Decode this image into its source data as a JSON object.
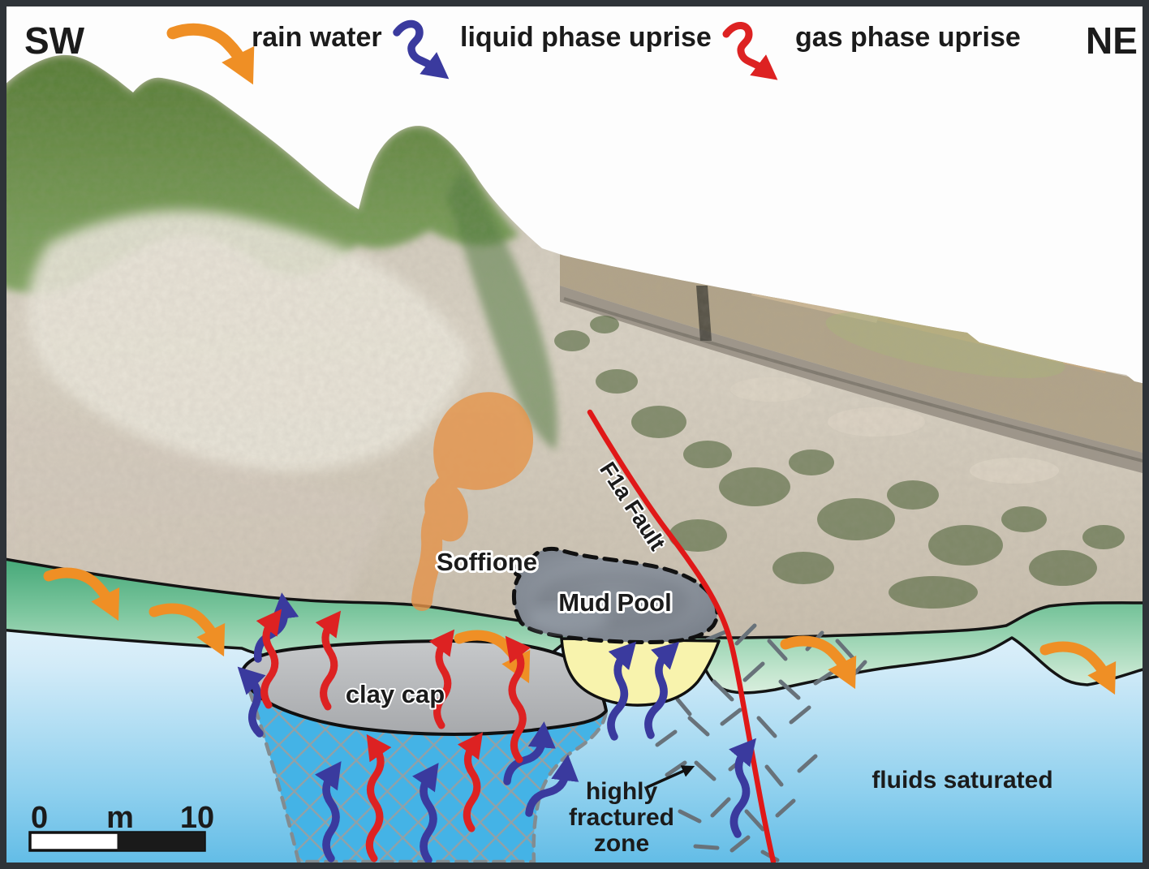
{
  "figure": {
    "type": "geological-cross-section",
    "left_label": "SW",
    "right_label": "NE",
    "legend": {
      "items": [
        {
          "name": "rain-water",
          "label": "rain water",
          "color": "#ef8f25",
          "symbol": "curved-arrow"
        },
        {
          "name": "liquid-phase-uprise",
          "label": "liquid phase uprise",
          "color": "#3a3a9e",
          "symbol": "wavy-arrow"
        },
        {
          "name": "gas-phase-uprise",
          "label": "gas phase uprise",
          "color": "#dd2222",
          "symbol": "wavy-arrow"
        }
      ]
    },
    "annotations": {
      "soffione": "Soffione",
      "mud_pool": "Mud Pool",
      "fault": "F1a Fault",
      "clay_cap": "clay cap",
      "fractured_zone": [
        "highly",
        "fractured",
        "zone"
      ],
      "fluids_saturated": "fluids saturated"
    },
    "scale_bar": {
      "start": "0",
      "unit": "m",
      "end": "10"
    },
    "colors": {
      "rain_water_arrow": "#ef8f25",
      "liquid_phase_arrow": "#3a3a9e",
      "gas_phase_arrow": "#dd2222",
      "fault_line": "#e01818",
      "clay_cap_fill": "#b9bbbe",
      "fractured_reservoir_fill": "#44b3e6",
      "surface_layer_green": "#4fae7e",
      "mud_pool_basin_fill": "#f8f3ad",
      "fluids_saturated_zone": "#8fd0ee"
    }
  }
}
